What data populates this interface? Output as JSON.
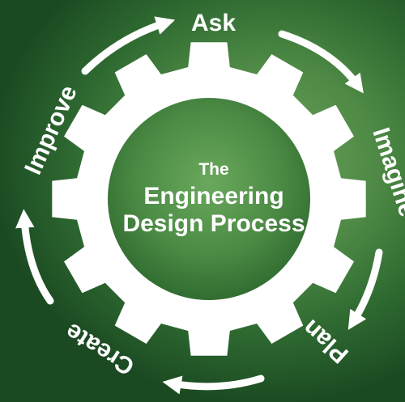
{
  "center": {
    "line1": "The",
    "line2": "Engineering",
    "line3": "Design Process"
  },
  "steps": [
    {
      "label": "Ask"
    },
    {
      "label": "Imagine"
    },
    {
      "label": "Plan"
    },
    {
      "label": "Create"
    },
    {
      "label": "Improve"
    }
  ],
  "colors": {
    "foreground": "#ffffff",
    "background": "#3f7a3c",
    "gear_center": "#4f8f47"
  },
  "icons": [
    "gear-icon",
    "cycle-arrow-icon"
  ]
}
